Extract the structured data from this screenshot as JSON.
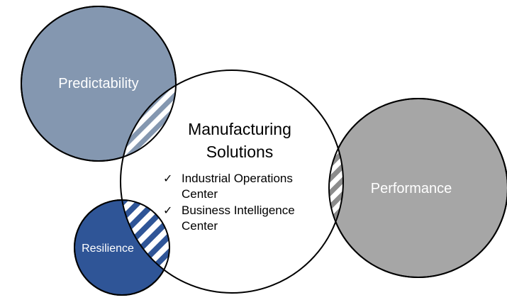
{
  "diagram": {
    "center": {
      "title_lines": [
        "Manufacturing",
        "Solutions"
      ],
      "items": [
        {
          "check": "✓",
          "lines": [
            "Industrial Operations",
            "Center"
          ]
        },
        {
          "check": "✓",
          "lines": [
            "Business Intelligence",
            "Center"
          ]
        }
      ]
    },
    "predictability": {
      "label": "Predictability"
    },
    "performance": {
      "label": "Performance"
    },
    "resilience": {
      "label": "Resilience"
    },
    "colors": {
      "predictability_fill": "#8497b0",
      "performance_fill": "#a6a6a6",
      "resilience_fill": "#2f5597",
      "outline": "#000000",
      "center_fill": "#ffffff"
    }
  }
}
